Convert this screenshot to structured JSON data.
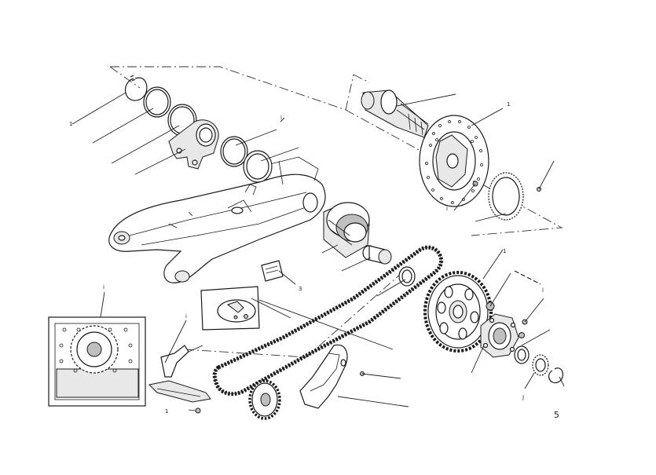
{
  "page_number": "5",
  "callouts": {
    "c1": "1",
    "c2": "i",
    "c3": "i",
    "c4": "1",
    "c5": "1",
    "c6": "3",
    "c7": "1",
    "c8": "5",
    "c9": "i",
    "c10": "i",
    "c11": "J",
    "c12": "l"
  }
}
